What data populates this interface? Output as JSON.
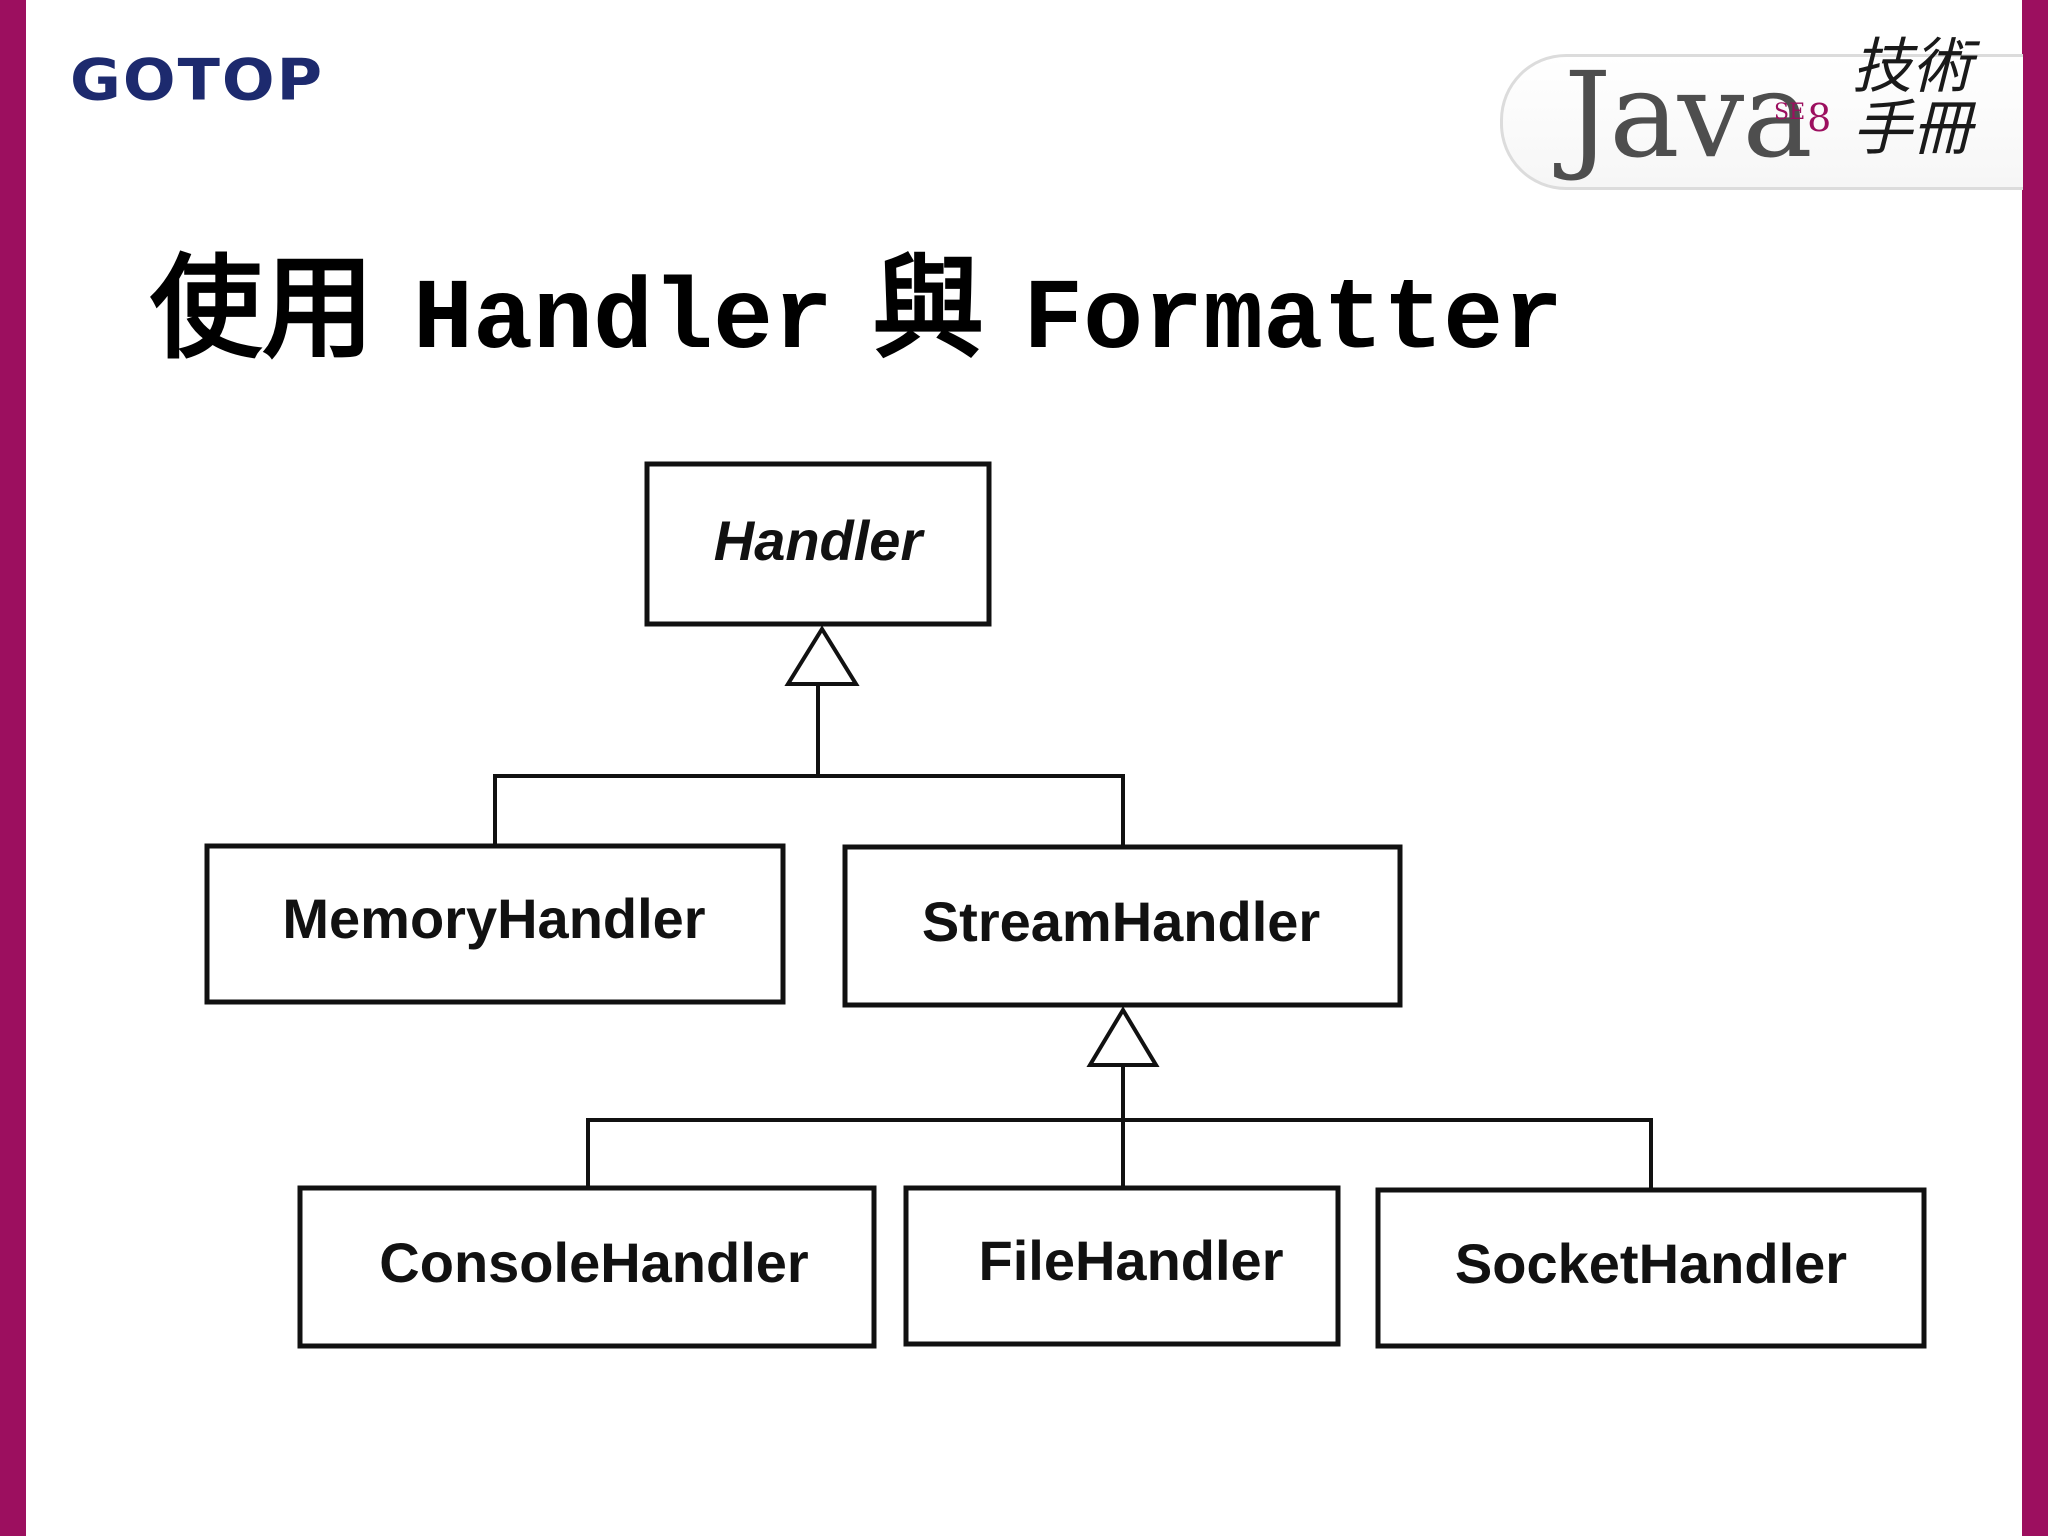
{
  "header": {
    "logo_text": "GOTOP",
    "brand": {
      "java": "Java",
      "se_label": "SE",
      "se_version": "8",
      "cjk_line1": "技術",
      "cjk_line2": "手冊"
    }
  },
  "title": {
    "part1": "使用 ",
    "part2": "Handler",
    "part3": " 與 ",
    "part4": "Formatter"
  },
  "diagram": {
    "root": {
      "label": "Handler",
      "italic": true
    },
    "level1": [
      {
        "label": "MemoryHandler"
      },
      {
        "label": "StreamHandler"
      }
    ],
    "level2": [
      {
        "label": "ConsoleHandler"
      },
      {
        "label": "FileHandler"
      },
      {
        "label": "SocketHandler"
      }
    ]
  },
  "colors": {
    "accent_bar": "#9c0f5f",
    "logo": "#1d2a6e",
    "line": "#111111"
  }
}
